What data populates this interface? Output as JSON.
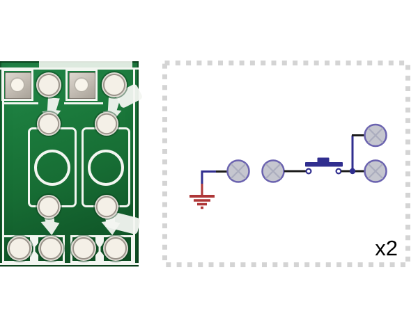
{
  "pcb": {
    "description": "green breakout PCB with two push-button footprints",
    "colors": {
      "board": "#1b7a3c",
      "board_dark": "#0e4f24",
      "silkscreen": "#f3f6f1",
      "pad_ring": "#c6c0b8",
      "pad_hole": "#f4f0e7"
    },
    "top_pads": [
      "square",
      "round",
      "square",
      "round"
    ],
    "middle_holes": [
      "round",
      "round",
      "round",
      "round"
    ],
    "bottom_pads": [
      "round",
      "round",
      "round",
      "round"
    ],
    "button_footprints": 2
  },
  "schematic": {
    "multiplier_label": "x2",
    "colors": {
      "border": "#d4d4d4",
      "wire_black": "#1b1b1b",
      "wire_navy": "#302e8f",
      "ground_red": "#ae3637",
      "pad_fill": "#c5c6cf",
      "pad_stroke": "#6a62af",
      "pad_cross": "#abadbe",
      "label": "#000000"
    },
    "icons": {
      "ground": "earth-ground-symbol",
      "pad": "solder-pad-crossed-circle",
      "button": "normally-open-push-button",
      "terminal": "open-terminal-dot",
      "junction": "filled-junction-dot"
    },
    "pad_count_left_of_button": 2,
    "pad_count_right_of_button": 2
  }
}
